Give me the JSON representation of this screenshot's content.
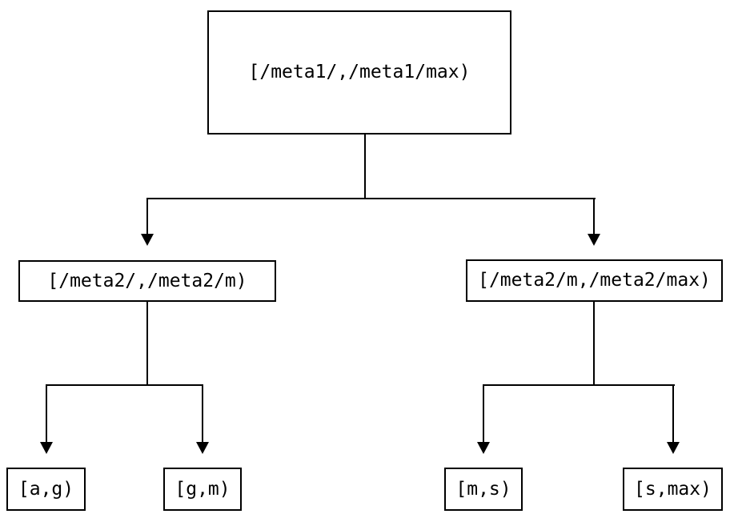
{
  "diagram": {
    "type": "tree",
    "description": "Binary partition tree of key ranges",
    "root": {
      "label": "[/meta1/,/meta1/max)",
      "children": [
        {
          "label": "[/meta2/,/meta2/m)",
          "children": [
            {
              "label": "[a,g)"
            },
            {
              "label": "[g,m)"
            }
          ]
        },
        {
          "label": "[/meta2/m,/meta2/max)",
          "children": [
            {
              "label": "[m,s)"
            },
            {
              "label": "[s,max)"
            }
          ]
        }
      ]
    }
  },
  "colors": {
    "background": "#ffffff",
    "line": "#000000",
    "text": "#000000"
  }
}
